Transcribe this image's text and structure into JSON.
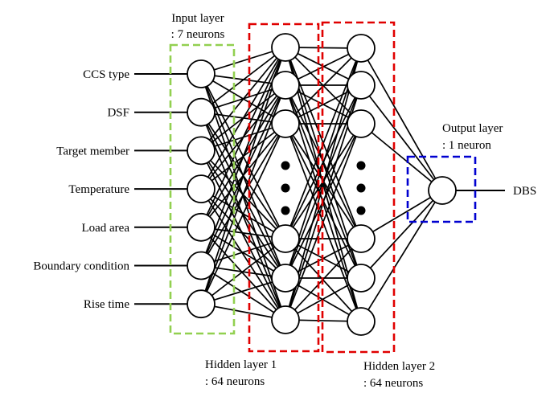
{
  "inputs": [
    "CCS type",
    "DSF",
    "Target member",
    "Temperature",
    "Load area",
    "Boundary condition",
    "Rise time"
  ],
  "output": "DBS",
  "layers": {
    "input": {
      "title": "Input layer",
      "sub": ": 7 neurons",
      "color": "#92d050"
    },
    "hidden1": {
      "title": "Hidden layer 1",
      "sub": ": 64 neurons",
      "color": "#e00000"
    },
    "hidden2": {
      "title": "Hidden layer 2",
      "sub": ": 64 neurons",
      "color": "#e00000"
    },
    "output": {
      "title": "Output layer",
      "sub": ": 1 neuron",
      "color": "#0000d0"
    }
  }
}
